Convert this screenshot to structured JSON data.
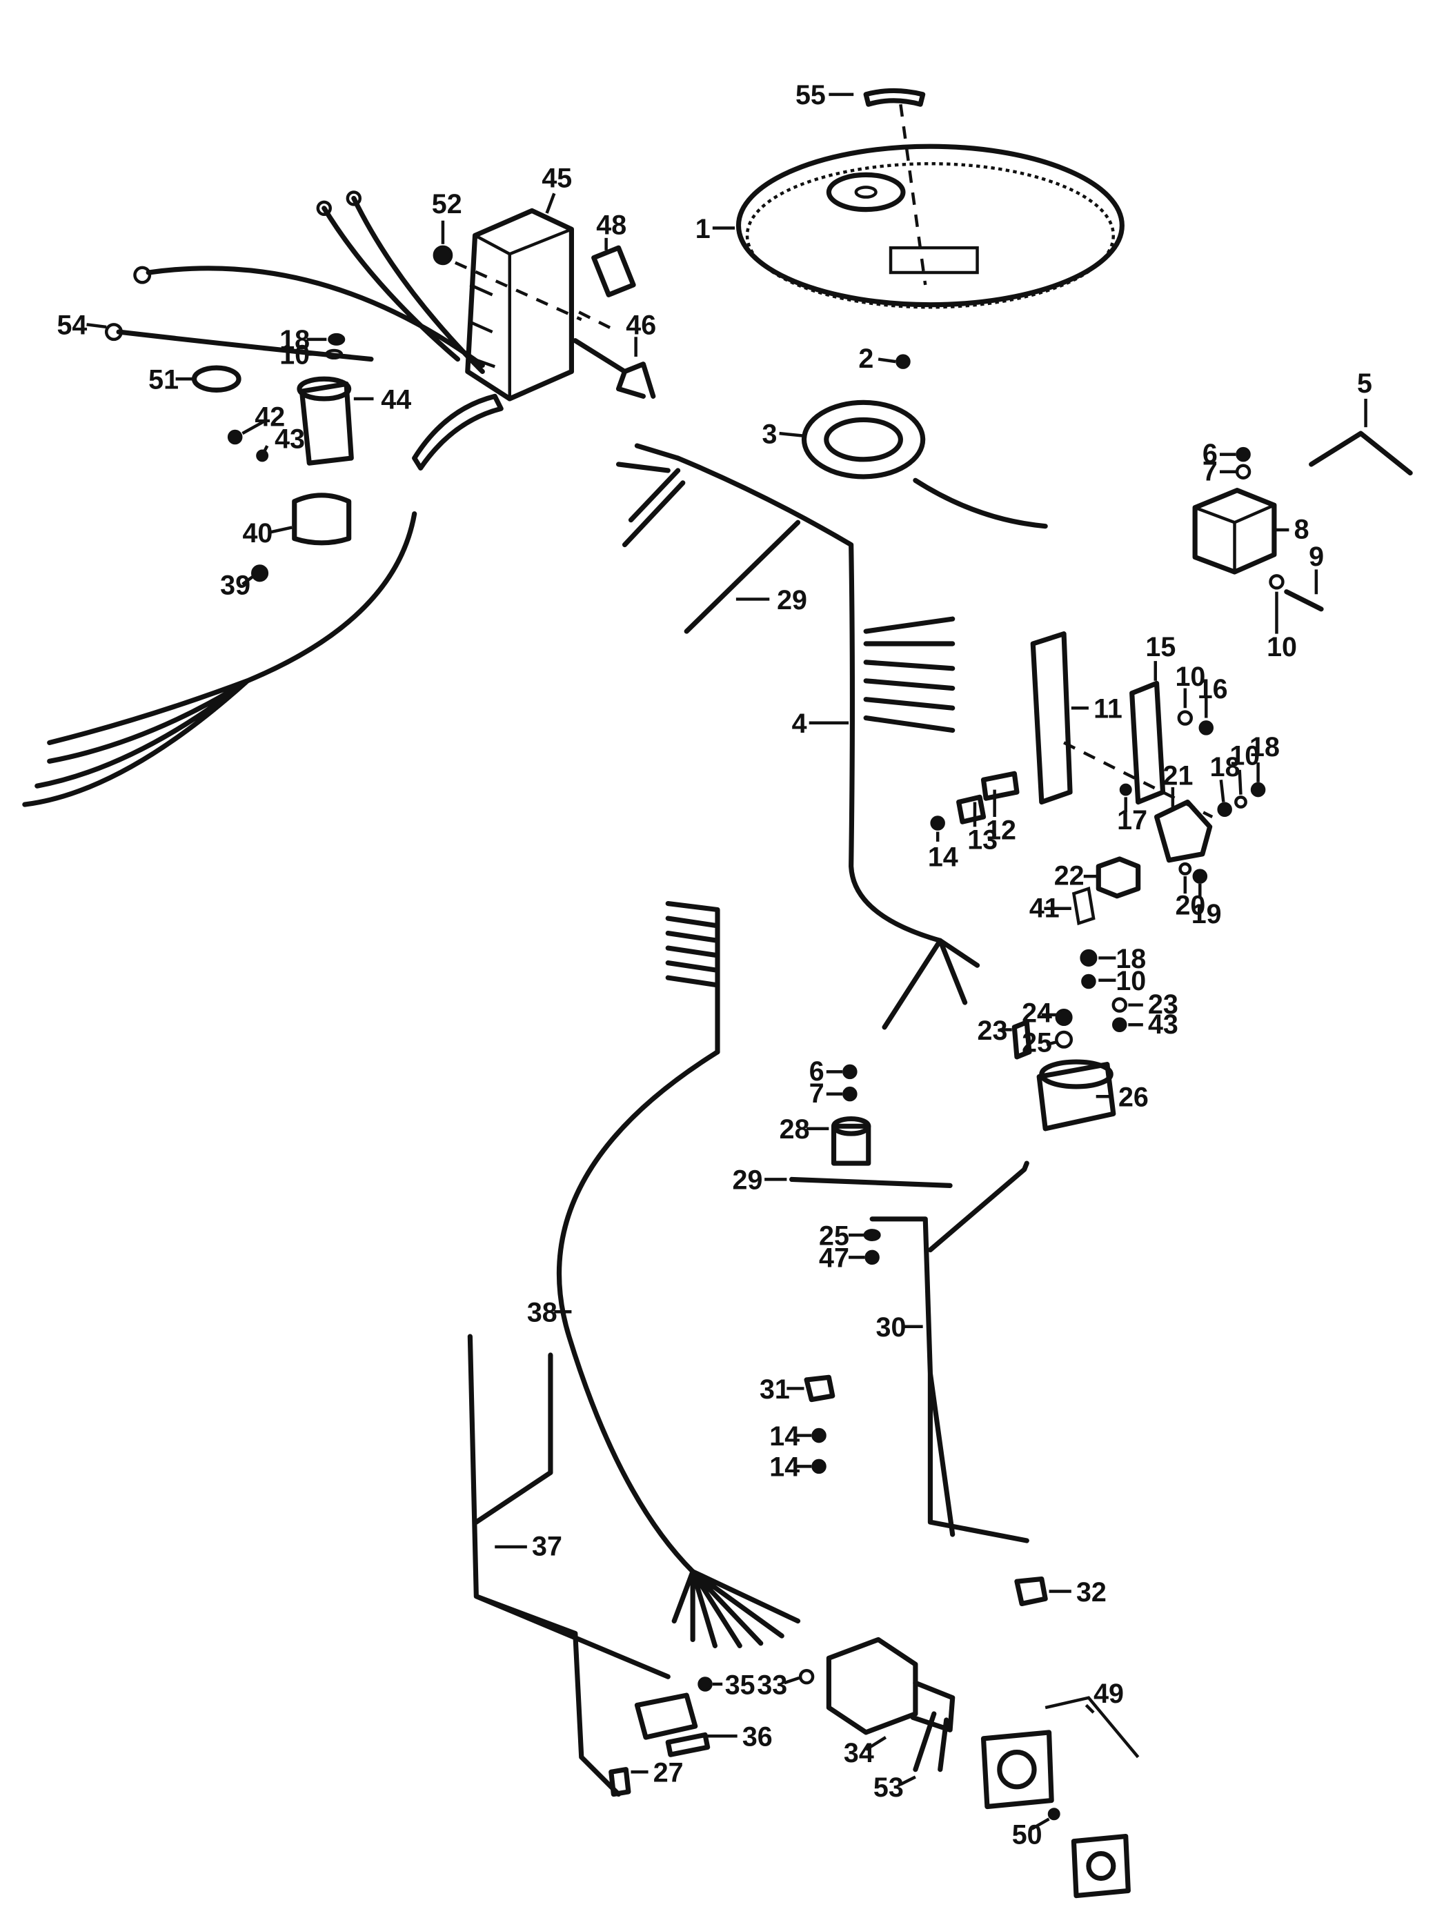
{
  "callouts": [
    {
      "id": "55",
      "label": "55"
    },
    {
      "id": "1",
      "label": "1"
    },
    {
      "id": "52",
      "label": "52"
    },
    {
      "id": "45",
      "label": "45"
    },
    {
      "id": "48",
      "label": "48"
    },
    {
      "id": "46",
      "label": "46"
    },
    {
      "id": "54",
      "label": "54"
    },
    {
      "id": "18a",
      "label": "18"
    },
    {
      "id": "10a",
      "label": "10"
    },
    {
      "id": "51",
      "label": "51"
    },
    {
      "id": "44",
      "label": "44"
    },
    {
      "id": "42",
      "label": "42"
    },
    {
      "id": "43a",
      "label": "43"
    },
    {
      "id": "40",
      "label": "40"
    },
    {
      "id": "39",
      "label": "39"
    },
    {
      "id": "2",
      "label": "2"
    },
    {
      "id": "3",
      "label": "3"
    },
    {
      "id": "5",
      "label": "5"
    },
    {
      "id": "6a",
      "label": "6"
    },
    {
      "id": "7a",
      "label": "7"
    },
    {
      "id": "8",
      "label": "8"
    },
    {
      "id": "9",
      "label": "9"
    },
    {
      "id": "10b",
      "label": "10"
    },
    {
      "id": "29a",
      "label": "29"
    },
    {
      "id": "15",
      "label": "15"
    },
    {
      "id": "10c",
      "label": "10"
    },
    {
      "id": "16",
      "label": "16"
    },
    {
      "id": "11",
      "label": "11"
    },
    {
      "id": "4",
      "label": "4"
    },
    {
      "id": "18b",
      "label": "18"
    },
    {
      "id": "10d",
      "label": "10"
    },
    {
      "id": "18c",
      "label": "18"
    },
    {
      "id": "21",
      "label": "21"
    },
    {
      "id": "17",
      "label": "17"
    },
    {
      "id": "13",
      "label": "13"
    },
    {
      "id": "12",
      "label": "12"
    },
    {
      "id": "14a",
      "label": "14"
    },
    {
      "id": "22",
      "label": "22"
    },
    {
      "id": "41",
      "label": "41"
    },
    {
      "id": "20",
      "label": "20"
    },
    {
      "id": "19",
      "label": "19"
    },
    {
      "id": "18d",
      "label": "18"
    },
    {
      "id": "10e",
      "label": "10"
    },
    {
      "id": "23a",
      "label": "23"
    },
    {
      "id": "24",
      "label": "24"
    },
    {
      "id": "23b",
      "label": "23"
    },
    {
      "id": "43b",
      "label": "43"
    },
    {
      "id": "25a",
      "label": "25"
    },
    {
      "id": "6b",
      "label": "6"
    },
    {
      "id": "7b",
      "label": "7"
    },
    {
      "id": "26",
      "label": "26"
    },
    {
      "id": "28",
      "label": "28"
    },
    {
      "id": "29b",
      "label": "29"
    },
    {
      "id": "25b",
      "label": "25"
    },
    {
      "id": "47",
      "label": "47"
    },
    {
      "id": "38",
      "label": "38"
    },
    {
      "id": "30",
      "label": "30"
    },
    {
      "id": "31",
      "label": "31"
    },
    {
      "id": "14b",
      "label": "14"
    },
    {
      "id": "14c",
      "label": "14"
    },
    {
      "id": "37",
      "label": "37"
    },
    {
      "id": "32",
      "label": "32"
    },
    {
      "id": "35",
      "label": "35"
    },
    {
      "id": "33",
      "label": "33"
    },
    {
      "id": "36",
      "label": "36"
    },
    {
      "id": "34",
      "label": "34"
    },
    {
      "id": "27",
      "label": "27"
    },
    {
      "id": "53",
      "label": "53"
    },
    {
      "id": "49",
      "label": "49"
    },
    {
      "id": "50",
      "label": "50"
    }
  ]
}
